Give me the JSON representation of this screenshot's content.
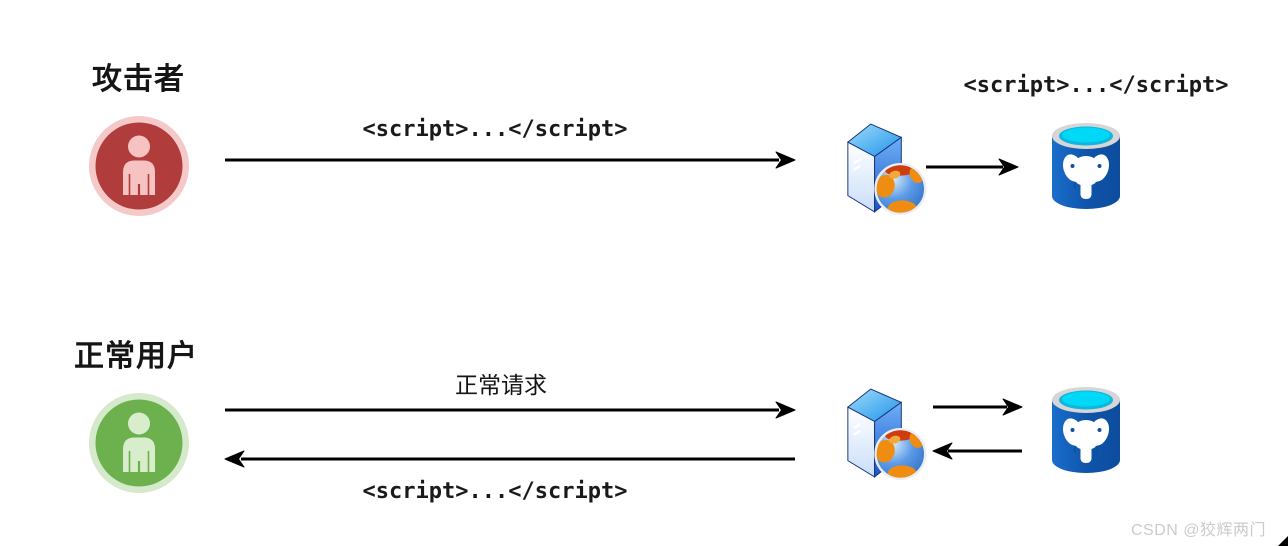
{
  "diagram": "stored-xss-attack-flow",
  "top_flow": {
    "actor_label": "攻击者",
    "request_label": "<script>...</script>",
    "stored_payload_label": "<script>...</script>"
  },
  "bottom_flow": {
    "actor_label": "正常用户",
    "request_label": "正常请求",
    "response_label": "<script>...</script>"
  },
  "icons": {
    "attacker": "person-icon (red)",
    "normal_user": "person-icon (green)",
    "server": "web-server-with-globe-icon",
    "database": "postgresql-database-icon"
  },
  "colors": {
    "attacker_ring": "#f6c9c9",
    "attacker_fill": "#b03c3c",
    "attacker_figure": "#f6c2c2",
    "user_ring": "#d5e9cb",
    "user_fill": "#6cb14e",
    "user_figure": "#d8edcc",
    "arrow": "#000000",
    "db_body": "#1159ad",
    "db_top": "#00d0f4",
    "watermark_text": "#cbcbcb"
  },
  "watermark": "CSDN @狡辉两门"
}
